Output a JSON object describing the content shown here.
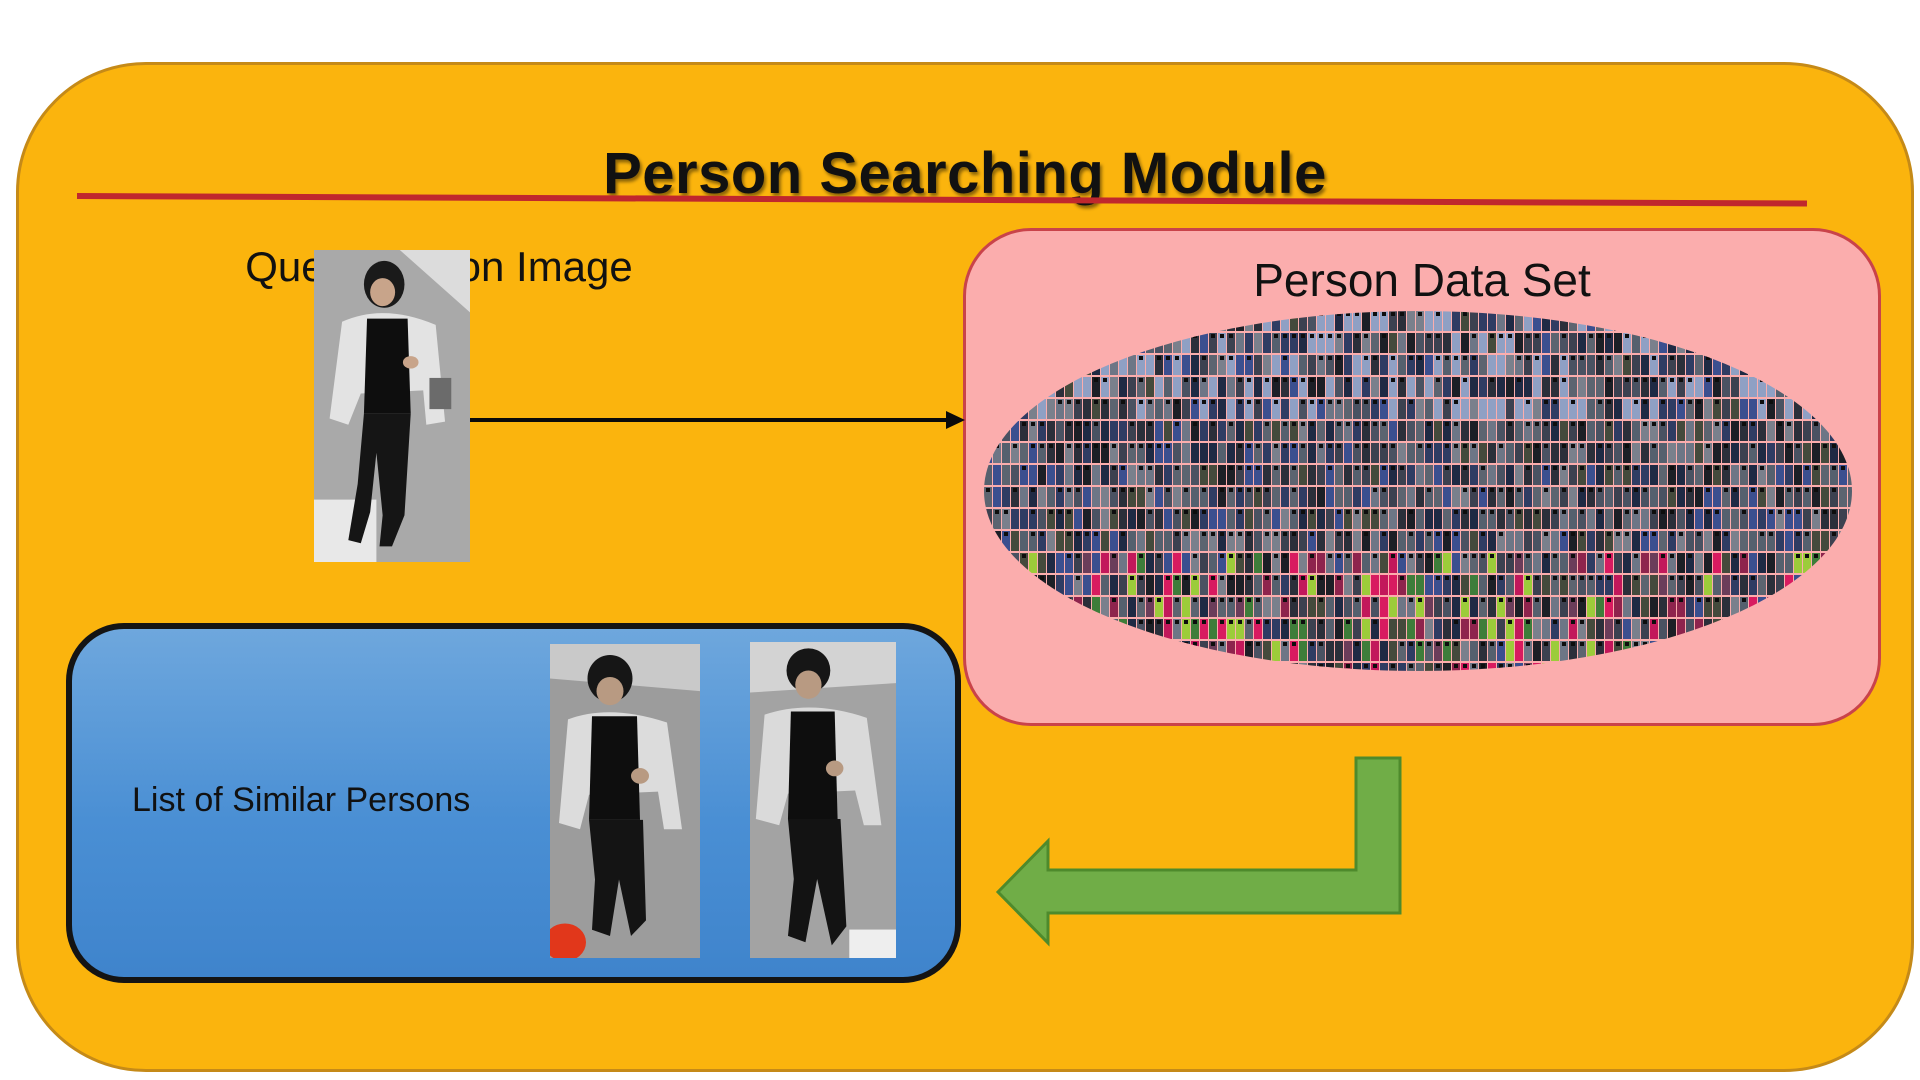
{
  "title": "Person Searching Module",
  "query": {
    "label": "Query Person Image"
  },
  "dataset": {
    "label": "Person Data Set"
  },
  "results": {
    "label": "List of Similar Persons"
  },
  "colors": {
    "module_background": "#fbb40d",
    "title_rule": "#c0272d",
    "dataset_background": "#fbadad",
    "results_background": "#4a8fd4",
    "return_arrow": "#70ad47"
  },
  "icons": {
    "query_photo": "person-photo",
    "result_photos": [
      "person-photo",
      "person-photo"
    ],
    "dataset_mosaic": "image-mosaic",
    "query_arrow": "arrow-right-icon",
    "return_arrow": "arrow-bent-left-icon"
  }
}
